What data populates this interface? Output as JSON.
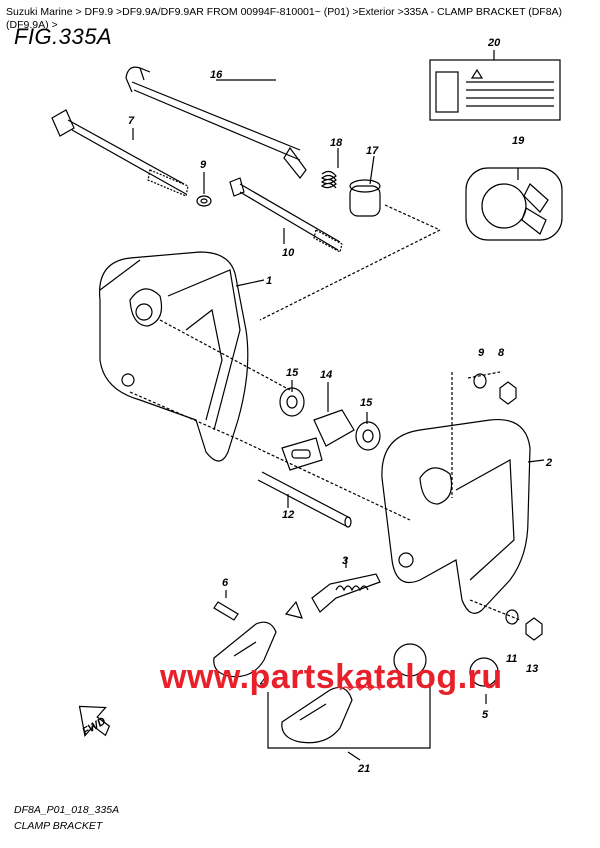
{
  "breadcrumb": "Suzuki Marine > DF9.9 >DF9.9A/DF9.9AR FROM 00994F-810001~ (P01) >Exterior >335A - CLAMP BRACKET (DF8A)(DF9.9A) >",
  "figure_title": "FIG.335A",
  "callouts": {
    "c1": "1",
    "c2": "2",
    "c3": "3",
    "c5": "5",
    "c6": "6",
    "c7": "7",
    "c8": "8",
    "c9a": "9",
    "c9b": "9",
    "c10": "10",
    "c11": "11",
    "c12": "12",
    "c13": "13",
    "c14": "14",
    "c15a": "15",
    "c15b": "15",
    "c16": "16",
    "c17": "17",
    "c18": "18",
    "c19": "19",
    "c20": "20",
    "c21": "21",
    "c4": "4"
  },
  "fwd_label": "FWD",
  "watermark": "www.partskatalog.ru",
  "footer": {
    "code": "DF8A_P01_018_335A",
    "name": "CLAMP BRACKET"
  },
  "colors": {
    "line": "#000000",
    "watermark": "#e8202a",
    "background": "#ffffff"
  }
}
